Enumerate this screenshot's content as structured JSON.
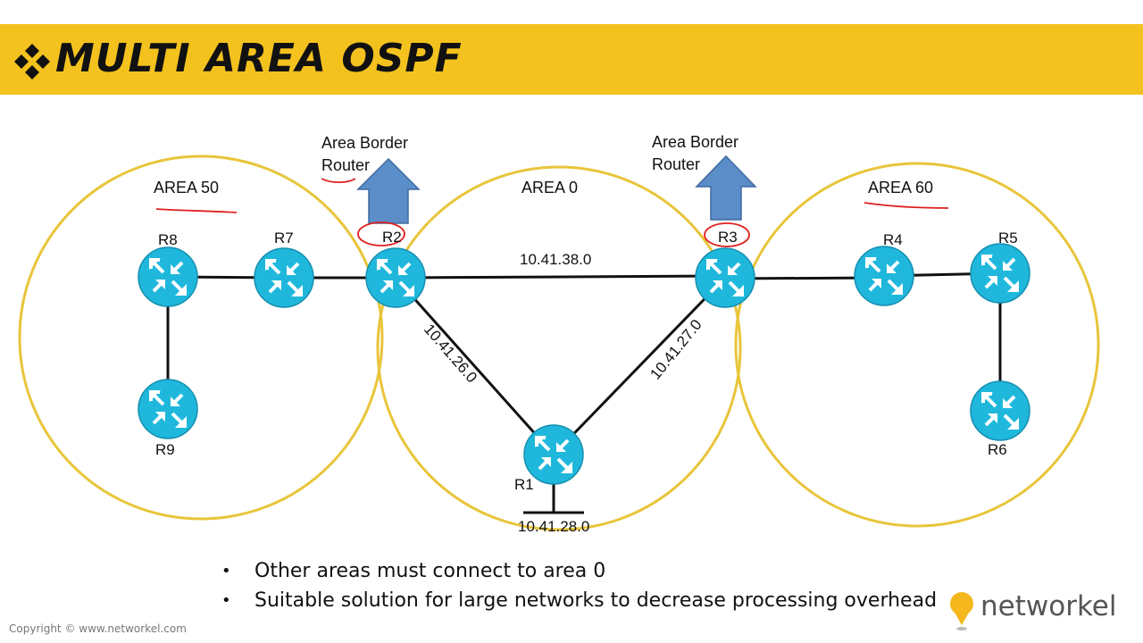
{
  "header": {
    "title": "MULTI AREA OSPF"
  },
  "areas": {
    "area50": "AREA 50",
    "area0": "AREA 0",
    "area60": "AREA 60"
  },
  "callouts": {
    "left": {
      "line1": "Area Border",
      "line2": "Router"
    },
    "right": {
      "line1": "Area Border",
      "line2": "Router"
    }
  },
  "routers": {
    "r1": "R1",
    "r2": "R2",
    "r3": "R3",
    "r4": "R4",
    "r5": "R5",
    "r6": "R6",
    "r7": "R7",
    "r8": "R8",
    "r9": "R9"
  },
  "networks": {
    "r2_r3": "10.41.38.0",
    "r2_r1": "10.41.26.0",
    "r3_r1": "10.41.27.0",
    "r1_stub": "10.41.28.0"
  },
  "bullets": [
    "Other areas must connect to area 0",
    "Suitable solution for large networks to decrease processing overhead"
  ],
  "footer": {
    "copyright": "Copyright © www.networkel.com",
    "brand": "networkel"
  },
  "colors": {
    "banner": "#f4c21e",
    "area_ring": "#e8c53a",
    "router_fill": "#1fb8dc",
    "arrow": "#5b8dc9",
    "annotation_red": "#e02020"
  }
}
